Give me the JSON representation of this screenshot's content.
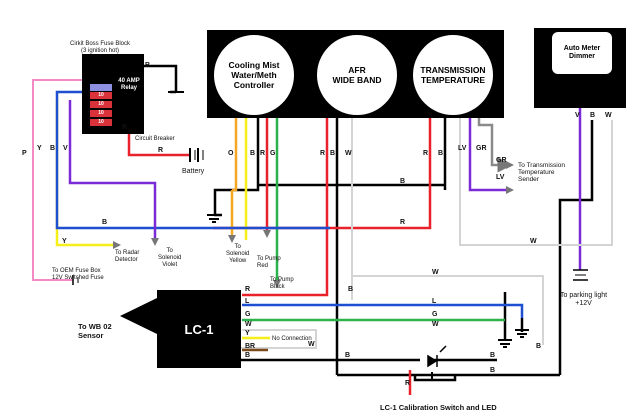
{
  "gauges": {
    "cooling": [
      "Cooling Mist",
      "Water/Meth",
      "Controller"
    ],
    "afr": [
      "AFR",
      "WIDE BAND"
    ],
    "trans": [
      "TRANSMISSION",
      "TEMPERATURE"
    ]
  },
  "dimmer": [
    "Auto Meter",
    "Dimmer"
  ],
  "lc1": "LC-1",
  "relay": {
    "label": [
      "40 AMP",
      "Relay"
    ],
    "fuses": [
      "",
      "10",
      "10",
      "10",
      "10"
    ]
  },
  "labels": {
    "fuse_block": [
      "Cirkit Boss Fuse Block",
      "(3 ignition hot)"
    ],
    "circuit_breaker": "Circuit Breaker",
    "battery": "Battery",
    "trans_sender": [
      "To Transmission",
      "Temperature",
      "Sender"
    ],
    "radar": [
      "To Radar",
      "Detector"
    ],
    "solenoid_violet": [
      "To",
      "Solenoid",
      "Violet"
    ],
    "solenoid_yellow": [
      "To",
      "Solenoid",
      "Yellow"
    ],
    "pump_red": [
      "To Pump",
      "Red"
    ],
    "pump_black": [
      "To Pump",
      "Black"
    ],
    "oem_fuse": [
      "To OEM Fuse Box",
      "12V Switched Fuse"
    ],
    "parking": [
      "To parking light",
      "+12V"
    ],
    "wb02": [
      "To WB 02",
      "Sensor"
    ],
    "no_connection": "No Connection",
    "calibration": "LC-1 Calibration Switch and LED"
  },
  "wire_codes": {
    "p": "P",
    "v": "V",
    "y": "Y",
    "b": "B",
    "r": "R",
    "o": "O",
    "w": "W",
    "g": "G",
    "l": "L",
    "lv": "LV",
    "gr": "GR",
    "br": "BR"
  },
  "colors": {
    "black": "#000000",
    "red": "#e8212b",
    "yellow": "#f6ef1a",
    "orange": "#f5a623",
    "green": "#2bb24a",
    "blue": "#1f4fd1",
    "violet": "#7a2ad6",
    "pink": "#f48ac4",
    "grey": "#8a8a8a",
    "white_wire": "#d6d6d6",
    "brown": "#7a4a1a"
  }
}
